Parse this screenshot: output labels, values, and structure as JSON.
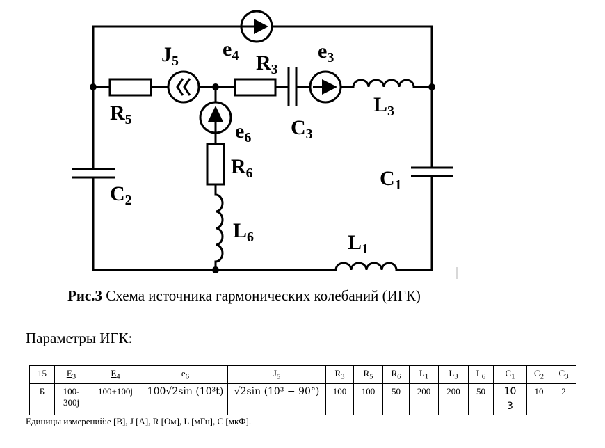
{
  "circuit": {
    "labels": {
      "e4": {
        "main": "e",
        "sub": "4"
      },
      "j5": {
        "main": "J",
        "sub": "5"
      },
      "r3": {
        "main": "R",
        "sub": "3"
      },
      "e3": {
        "main": "e",
        "sub": "3"
      },
      "r5": {
        "main": "R",
        "sub": "5"
      },
      "e6": {
        "main": "e",
        "sub": "6"
      },
      "c3": {
        "main": "C",
        "sub": "3"
      },
      "l3": {
        "main": "L",
        "sub": "3"
      },
      "r6": {
        "main": "R",
        "sub": "6"
      },
      "c2": {
        "main": "C",
        "sub": "2"
      },
      "c1": {
        "main": "C",
        "sub": "1"
      },
      "l6": {
        "main": "L",
        "sub": "6"
      },
      "l1": {
        "main": "L",
        "sub": "1"
      }
    }
  },
  "caption": {
    "bold": "Рис.3",
    "text": " Схема источника гармонических колебаний (ИГК)"
  },
  "params_title": "Параметры ИГК:",
  "table": {
    "header": {
      "variant": "15",
      "E3": {
        "main": "E",
        "sub": "3"
      },
      "E4": {
        "main": "E",
        "sub": "4"
      },
      "e6": {
        "main": "e",
        "sub": "6"
      },
      "J5": {
        "main": "J",
        "sub": "5"
      },
      "R3": {
        "main": "R",
        "sub": "3"
      },
      "R5": {
        "main": "R",
        "sub": "5"
      },
      "R6": {
        "main": "R",
        "sub": "6"
      },
      "L1": {
        "main": "L",
        "sub": "1"
      },
      "L3": {
        "main": "L",
        "sub": "3"
      },
      "L6": {
        "main": "L",
        "sub": "6"
      },
      "C1": {
        "main": "C",
        "sub": "1"
      },
      "C2": {
        "main": "C",
        "sub": "2"
      },
      "C3": {
        "main": "C",
        "sub": "3"
      }
    },
    "values": {
      "variant": "Б",
      "E3_line1": "100-",
      "E3_line2": "300j",
      "E4": "100+100j",
      "e6": "100√2sin (10³t)",
      "J5": "√2sin (10³ − 90°)",
      "R3": "100",
      "R5": "100",
      "R6": "50",
      "L1": "200",
      "L3": "200",
      "L6": "50",
      "C1_num": "10",
      "C1_den": "3",
      "C2": "10",
      "C3": "2"
    }
  },
  "units_note": "Единицы измерений:e [В], J [А], R [Ом], L [мГн], C [мкФ]."
}
